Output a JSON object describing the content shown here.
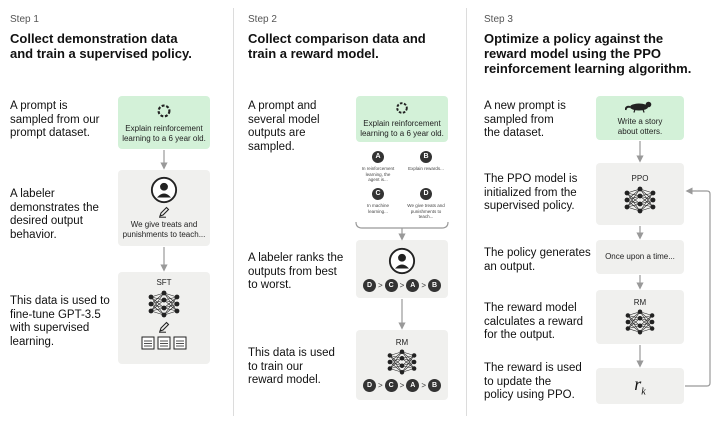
{
  "steps": [
    {
      "step_label": "Step 1",
      "title_lines": [
        "Collect demonstration data",
        "and train a supervised policy."
      ],
      "descriptions": [
        [
          "A prompt is",
          "sampled from our",
          "prompt dataset."
        ],
        [
          "A labeler",
          "demonstrates the",
          "desired output",
          "behavior."
        ],
        [
          "This data is used to",
          "fine-tune GPT-3.5",
          "with supervised",
          "learning."
        ]
      ],
      "prompt_lines": [
        "Explain reinforcement",
        "learning to a 6 year old."
      ],
      "demo_lines": [
        "We give treats and",
        "punishments to teach..."
      ],
      "model_label": "SFT"
    },
    {
      "step_label": "Step 2",
      "title_lines": [
        "Collect comparison data and",
        "train a reward model."
      ],
      "descriptions": [
        [
          "A prompt and",
          "several model",
          "outputs are",
          "sampled."
        ],
        [
          "A labeler ranks the",
          "outputs from best",
          "to worst."
        ],
        [
          "This data is used",
          "to train our",
          "reward model."
        ]
      ],
      "prompt_lines": [
        "Explain reinforcement",
        "learning to a 6 year old."
      ],
      "outputs": [
        {
          "letter": "A",
          "lines": [
            "In reinforcement",
            "learning, the",
            "agent is..."
          ]
        },
        {
          "letter": "B",
          "lines": [
            "Explain rewards..."
          ]
        },
        {
          "letter": "C",
          "lines": [
            "In machine",
            "learning..."
          ]
        },
        {
          "letter": "D",
          "lines": [
            "We give treats and",
            "punishments to",
            "teach..."
          ]
        }
      ],
      "ranking": [
        "D",
        "C",
        "A",
        "B"
      ],
      "ranking_sep": ">",
      "model_label": "RM"
    },
    {
      "step_label": "Step 3",
      "title_lines": [
        "Optimize a policy against the",
        "reward model using the PPO",
        "reinforcement learning algorithm."
      ],
      "descriptions": [
        [
          "A new prompt is",
          "sampled from",
          "the dataset."
        ],
        [
          "The PPO model is",
          "initialized from the",
          "supervised policy."
        ],
        [
          "The policy generates",
          "an output."
        ],
        [
          "The reward model",
          "calculates a reward",
          "for the output."
        ],
        [
          "The reward is used",
          "to update the",
          "policy using PPO."
        ]
      ],
      "prompt_lines": [
        "Write a story",
        "about otters."
      ],
      "policy_label": "PPO",
      "output_text": "Once upon a time...",
      "reward_model_label": "RM",
      "reward_symbol": "r",
      "reward_subscript": "k"
    }
  ],
  "colors": {
    "prompt_box": "#d3f1d8",
    "panel_box": "#f0f0ee",
    "arrow": "#999999",
    "dark": "#333333"
  }
}
